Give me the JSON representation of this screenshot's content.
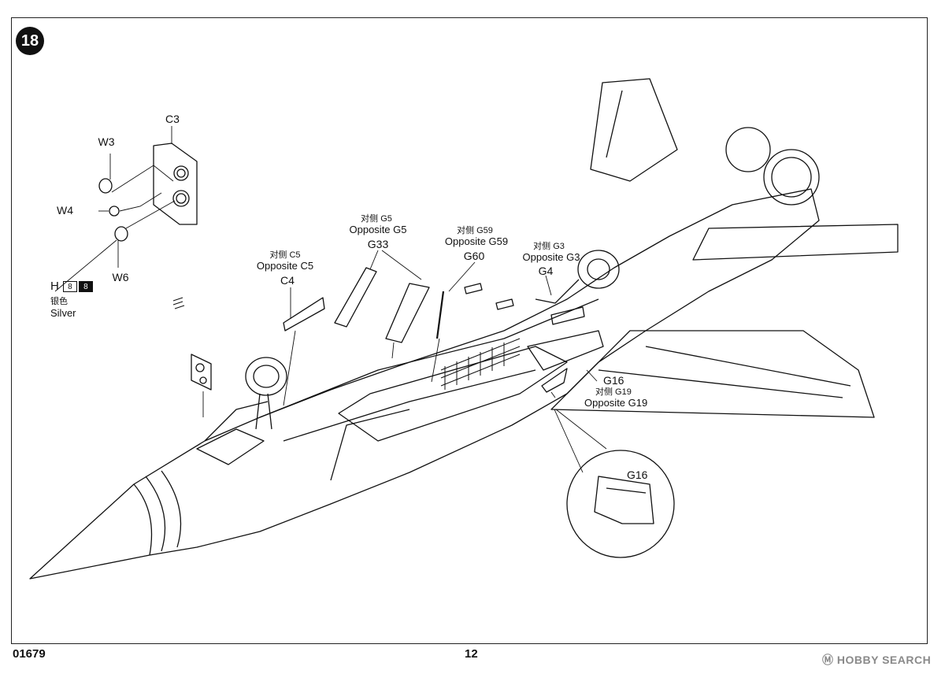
{
  "step": {
    "number": "18"
  },
  "labels": {
    "c3": "C3",
    "w3": "W3",
    "w4": "W4",
    "w6": "W6",
    "c5_cn": "对侧 C5",
    "c5_en": "Opposite  C5",
    "c4": "C4",
    "g5_cn": "对侧 G5",
    "g5_en": "Opposite  G5",
    "g33": "G33",
    "g59_cn": "对侧 G59",
    "g59_en": "Opposite  G59",
    "g60": "G60",
    "g3_cn": "对侧 G3",
    "g3_en": "Opposite  G3",
    "g4": "G4",
    "g16": "G16",
    "g19_cn": "对侧 G19",
    "g19_en": "Opposite  G19",
    "g16_detail": "G16"
  },
  "paint": {
    "code": "H",
    "chip_light": "8",
    "chip_dark": "8",
    "name_cn": "银色",
    "name_en": "Silver"
  },
  "footer": {
    "kit_number": "01679",
    "page_number": "12"
  },
  "watermark": "Ⓜ HOBBY SEARCH"
}
